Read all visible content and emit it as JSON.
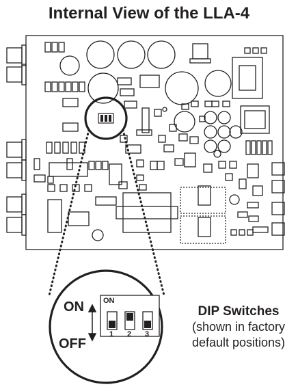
{
  "title": "Internal View of the LLA-4",
  "zoom": {
    "on_label": "ON",
    "off_label": "OFF",
    "switch_header": "ON",
    "switch_numbers": [
      "1",
      "2",
      "3"
    ],
    "switch_positions": [
      "off",
      "on",
      "off"
    ]
  },
  "caption": {
    "heading": "DIP Switches",
    "line1": "(shown in factory",
    "line2": "default positions)"
  }
}
